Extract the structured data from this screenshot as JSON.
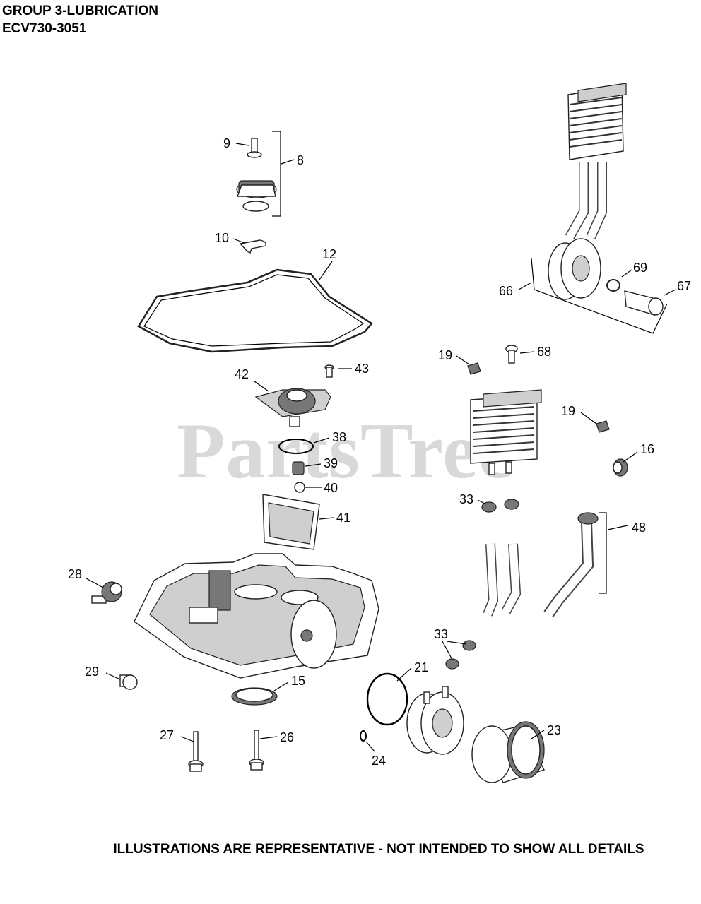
{
  "header": {
    "title": "GROUP 3-LUBRICATION",
    "model": "ECV730-3051"
  },
  "watermark": "PartsTree",
  "footer": "ILLUSTRATIONS ARE REPRESENTATIVE - NOT INTENDED TO SHOW ALL DETAILS",
  "callouts": {
    "c9": "9",
    "c8": "8",
    "c10": "10",
    "c12": "12",
    "c42": "42",
    "c43": "43",
    "c38": "38",
    "c39": "39",
    "c40": "40",
    "c41": "41",
    "c28": "28",
    "c29": "29",
    "c15": "15",
    "c27": "27",
    "c26": "26",
    "c21": "21",
    "c24": "24",
    "c23": "23",
    "c33a": "33",
    "c33b": "33",
    "c48": "48",
    "c19a": "19",
    "c19b": "19",
    "c68": "68",
    "c16": "16",
    "c66": "66",
    "c69": "69",
    "c67": "67"
  }
}
